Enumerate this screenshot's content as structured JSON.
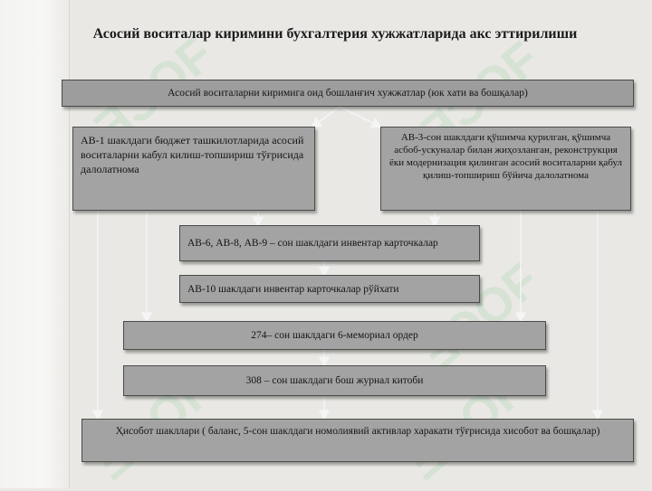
{
  "title": "Асосий воситалар киримини бухгалтерия хужжатларида акс эттирилиши",
  "boxes": {
    "top": "Асосий воситаларни киримига оид бошланғич хужжатлар (юк хати ва бошқалар)",
    "left": "АВ-1 шаклдаги бюджет ташкилотларида асосий воситаларни кабул килиш-топшириш тўғрисида далолатнома",
    "right": "АВ-3-сон шаклдаги қўшимча қурилган, қўшимча асбоб-ускуналар билан жиҳозланган, реконструкция ёки модернизация қилинган асосий воситаларни қабул қилиш-топшириш бўйича далолатнома",
    "inventory_cards": "АВ-6, АВ-8, АВ-9 – сон шаклдаги инвентар карточкалар",
    "inventory_list": "АВ-10 шаклдаги инвентар карточкалар рўйхати",
    "memorial_order": "274– сон шаклдаги 6-мемориал ордер",
    "general_journal": "308 – сон шаклдаги бош журнал китоби",
    "reports": "Ҳисобот шакллари ( баланс, 5-сон шаклдаги номолиявий активлар харакати тўғрисида хисобот ва бошқалар)"
  },
  "colors": {
    "box_fill": "#a3a3a3",
    "background": "#e9e8e4",
    "arrow": "#f5f5f5"
  }
}
